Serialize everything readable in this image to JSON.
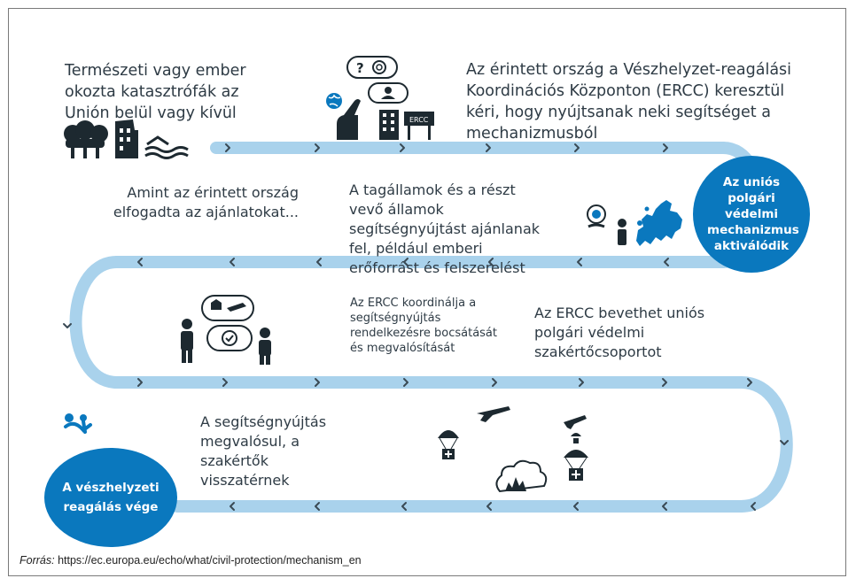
{
  "steps": {
    "step1": "Természeti vagy ember okozta katasztrófák az Unión belül vagy kívül",
    "step2": "Az érintett ország a Vészhelyzet-reagálási Koordinációs Központon (ERCC) keresztül kéri, hogy nyújtsanak neki segítséget a mechanizmusból",
    "step3": "Az uniós polgári védelmi mechanizmus aktiválódik",
    "step4": "A tagállamok és a részt vevő államok segítségnyújtást ajánlanak fel, például emberi erőforrást és felszerelést",
    "step5": "Amint az érintett ország elfogadta az ajánlatokat...",
    "step6": "Az ERCC koordinálja a segítségnyújtás rendelkezésre bocsátását és megvalósítását",
    "step7": "Az ERCC bevethet uniós polgári védelmi szakértőcsoportot",
    "step8": "A segítségnyújtás megvalósul, a szakértők visszatérnek",
    "step9": "A vészhelyzeti reagálás vége"
  },
  "icons": {
    "ercc_sign": "ERCC",
    "speech_question": "?"
  },
  "source": {
    "label": "Forrás:",
    "url": "https://ec.europa.eu/echo/what/civil-protection/mechanism_en"
  },
  "colors": {
    "road": "#a9d2ec",
    "circle": "#0a78be",
    "chevron": "#3a4a55",
    "icon": "#1d2930",
    "accent": "#0a78be"
  }
}
